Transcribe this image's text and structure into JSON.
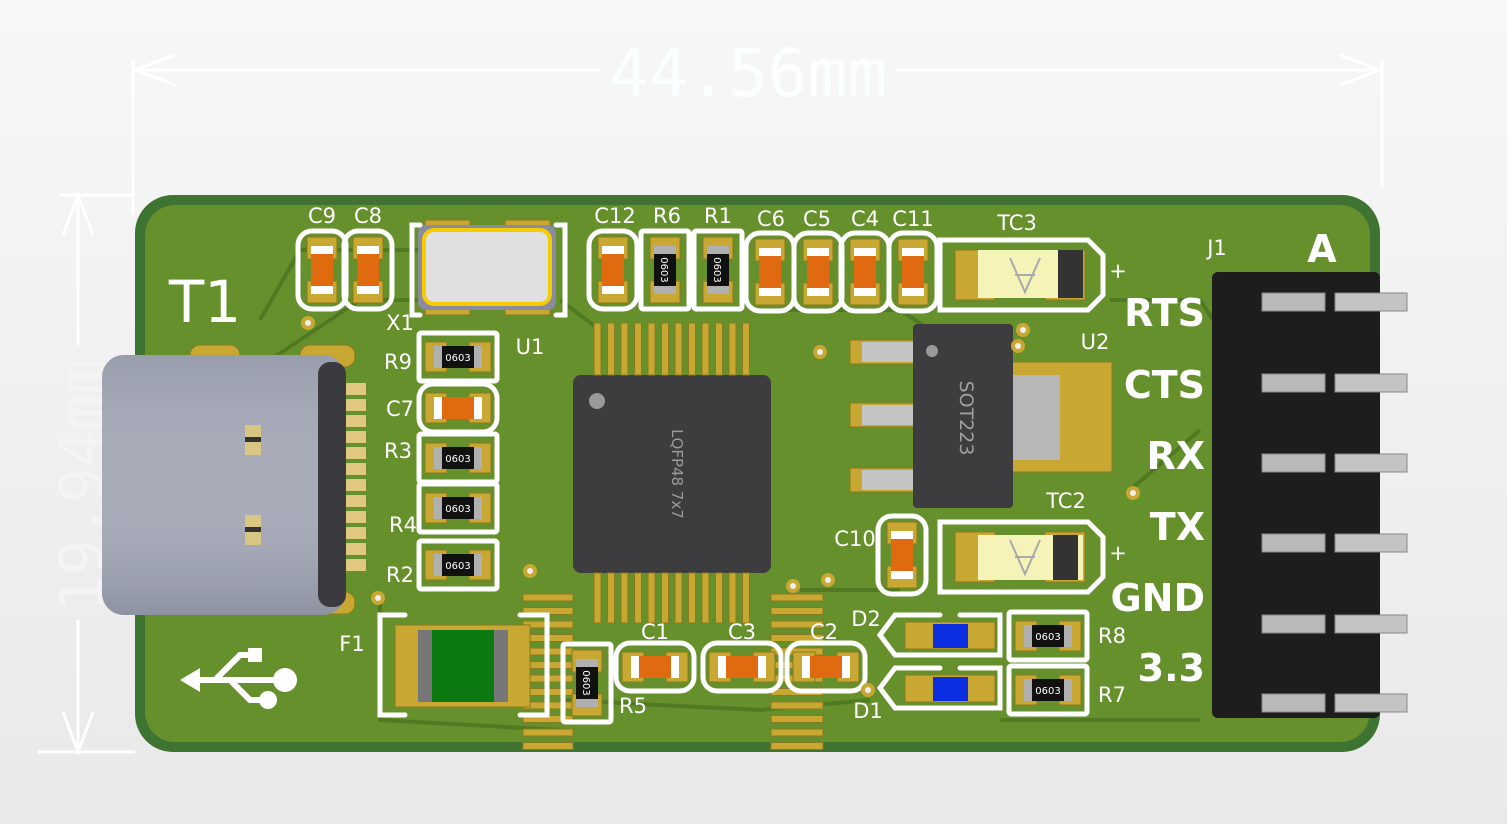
{
  "dimensions": {
    "width": "44.56mm",
    "height": "19.94mm"
  },
  "board": {
    "color": "#66902c",
    "edge_color": "#3e7332",
    "silkscreen_color": "#ffffff"
  },
  "connector": {
    "ref": "T1",
    "type": "usb-c",
    "logo": "usb-icon"
  },
  "ic_main": {
    "ref": "U1",
    "marking": "LQFP48 7x7"
  },
  "regulator": {
    "ref": "U2",
    "marking": "SOT223"
  },
  "crystal": {
    "ref": "X1"
  },
  "fuse": {
    "ref": "F1"
  },
  "header": {
    "ref": "J1",
    "marker": "A",
    "pins": [
      "RTS",
      "CTS",
      "RX",
      "TX",
      "GND",
      "3.3"
    ]
  },
  "package_marking": "0603",
  "refs": {
    "C9": "C9",
    "C8": "C8",
    "R9": "R9",
    "C7": "C7",
    "R3": "R3",
    "R4": "R4",
    "R2": "R2",
    "C12": "C12",
    "R6": "R6",
    "R1": "R1",
    "C6": "C6",
    "C5": "C5",
    "C4": "C4",
    "C11": "C11",
    "TC3": "TC3",
    "TC2": "TC2",
    "C10": "C10",
    "D2": "D2",
    "D1": "D1",
    "R8": "R8",
    "R7": "R7",
    "C1": "C1",
    "C3": "C3",
    "C2": "C2",
    "R5": "R5"
  },
  "polarity_mark": "+"
}
